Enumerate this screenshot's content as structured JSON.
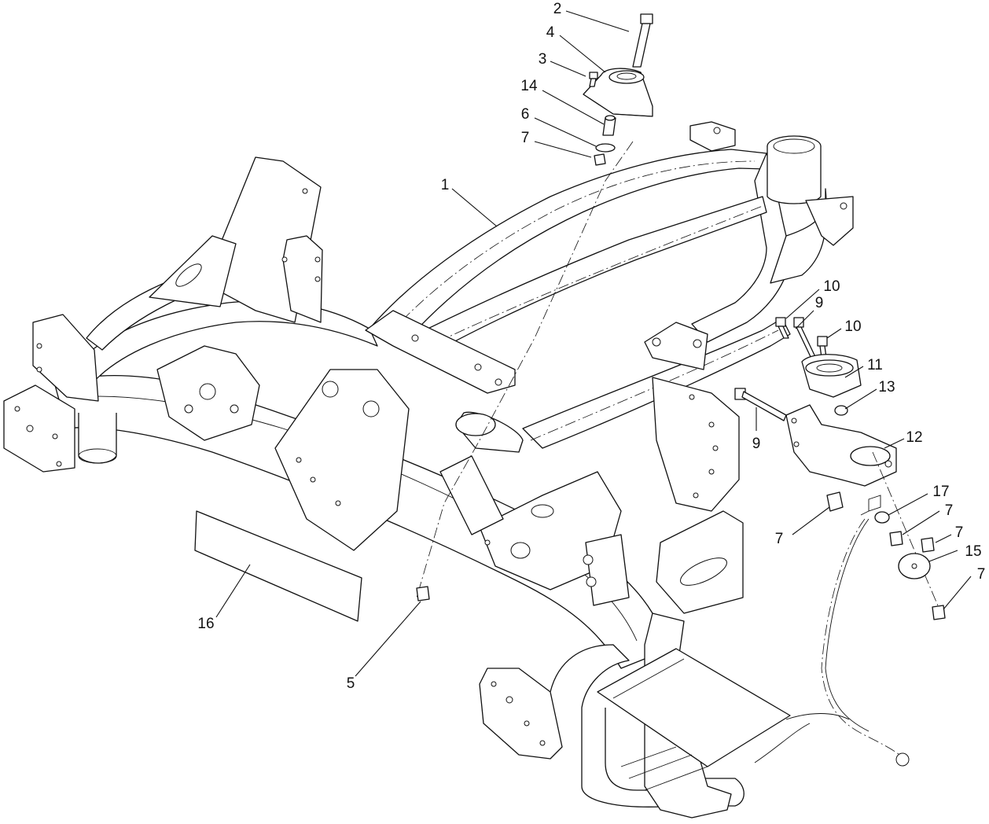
{
  "diagram": {
    "callouts": [
      {
        "id": "c2",
        "text": "2"
      },
      {
        "id": "c4",
        "text": "4"
      },
      {
        "id": "c3",
        "text": "3"
      },
      {
        "id": "c14",
        "text": "14"
      },
      {
        "id": "c6",
        "text": "6"
      },
      {
        "id": "c7a",
        "text": "7"
      },
      {
        "id": "c1",
        "text": "1"
      },
      {
        "id": "c10a",
        "text": "10"
      },
      {
        "id": "c9a",
        "text": "9"
      },
      {
        "id": "c10b",
        "text": "10"
      },
      {
        "id": "c11",
        "text": "11"
      },
      {
        "id": "c13",
        "text": "13"
      },
      {
        "id": "c9b",
        "text": "9"
      },
      {
        "id": "c12",
        "text": "12"
      },
      {
        "id": "c17",
        "text": "17"
      },
      {
        "id": "c7b",
        "text": "7"
      },
      {
        "id": "c7c",
        "text": "7"
      },
      {
        "id": "c7d",
        "text": "7"
      },
      {
        "id": "c15",
        "text": "15"
      },
      {
        "id": "c7e",
        "text": "7"
      },
      {
        "id": "c16",
        "text": "16"
      },
      {
        "id": "c5",
        "text": "5"
      }
    ]
  }
}
